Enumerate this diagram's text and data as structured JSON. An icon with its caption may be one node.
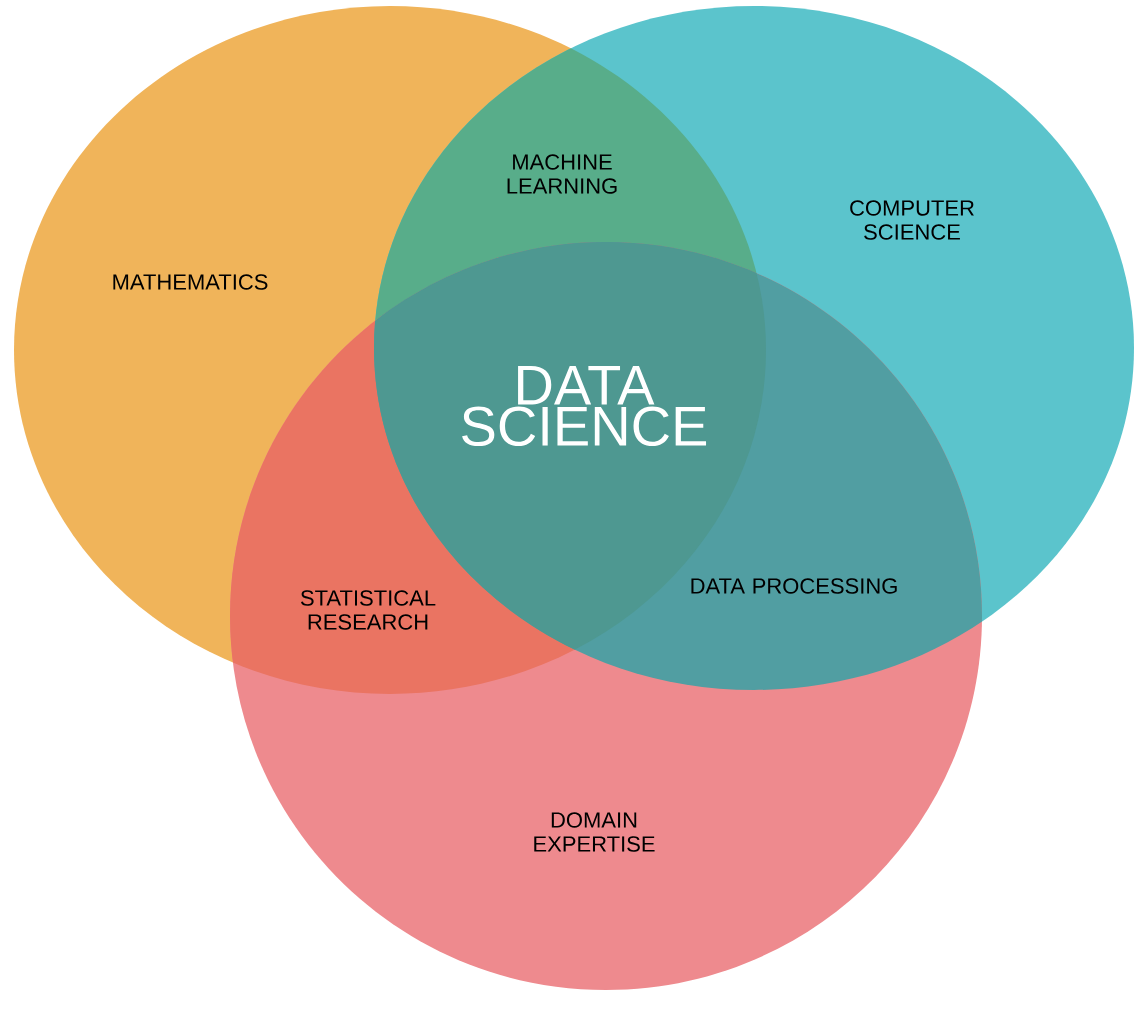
{
  "diagram": {
    "nodes": [
      {
        "text": [
          "MATHEMATICS"
        ]
      },
      {
        "text": [
          "COMPUTER SCIENCE"
        ]
      },
      {
        "text": [
          "DOMAIN EXPERTISE"
        ]
      }
    ],
    "labels": [
      "MACHINE LEARNING",
      "DATA SCIENCE",
      "STATISTICAL RESEARCH",
      "DATA PROCESSING"
    ]
  }
}
